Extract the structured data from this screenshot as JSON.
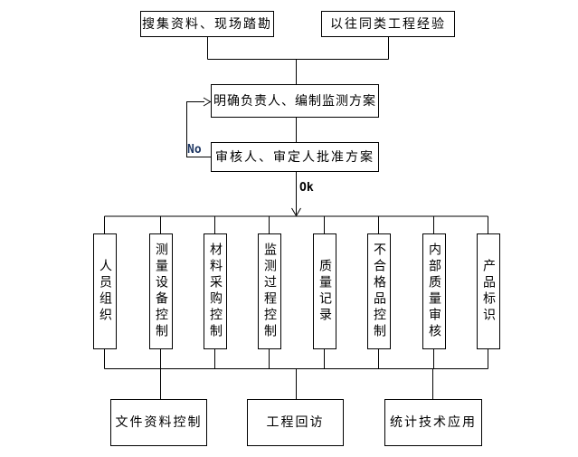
{
  "flowchart": {
    "inputs": [
      {
        "label": "搜集资料、现场踏勘"
      },
      {
        "label": "以往同类工程经验"
      }
    ],
    "plan_step": {
      "label": "明确负责人、编制监测方案"
    },
    "approval_step": {
      "label": "审核人、审定人批准方案"
    },
    "no_label": "No",
    "ok_label": "Ok",
    "branches": [
      {
        "label": "人员组织"
      },
      {
        "label": "测量设备控制"
      },
      {
        "label": "材料采购控制"
      },
      {
        "label": "监测过程控制"
      },
      {
        "label": "质量记录"
      },
      {
        "label": "不合格品控制"
      },
      {
        "label": "内部质量审核"
      },
      {
        "label": "产品标识"
      }
    ],
    "outputs": [
      {
        "label": "文件资料控制"
      },
      {
        "label": "工程回访"
      },
      {
        "label": "统计技术应用"
      }
    ],
    "colors": {
      "line": "#000000",
      "box_border": "#000000",
      "no_label": "#1F3864",
      "ok_label": "#000000",
      "background": "#FFFFFF"
    }
  }
}
